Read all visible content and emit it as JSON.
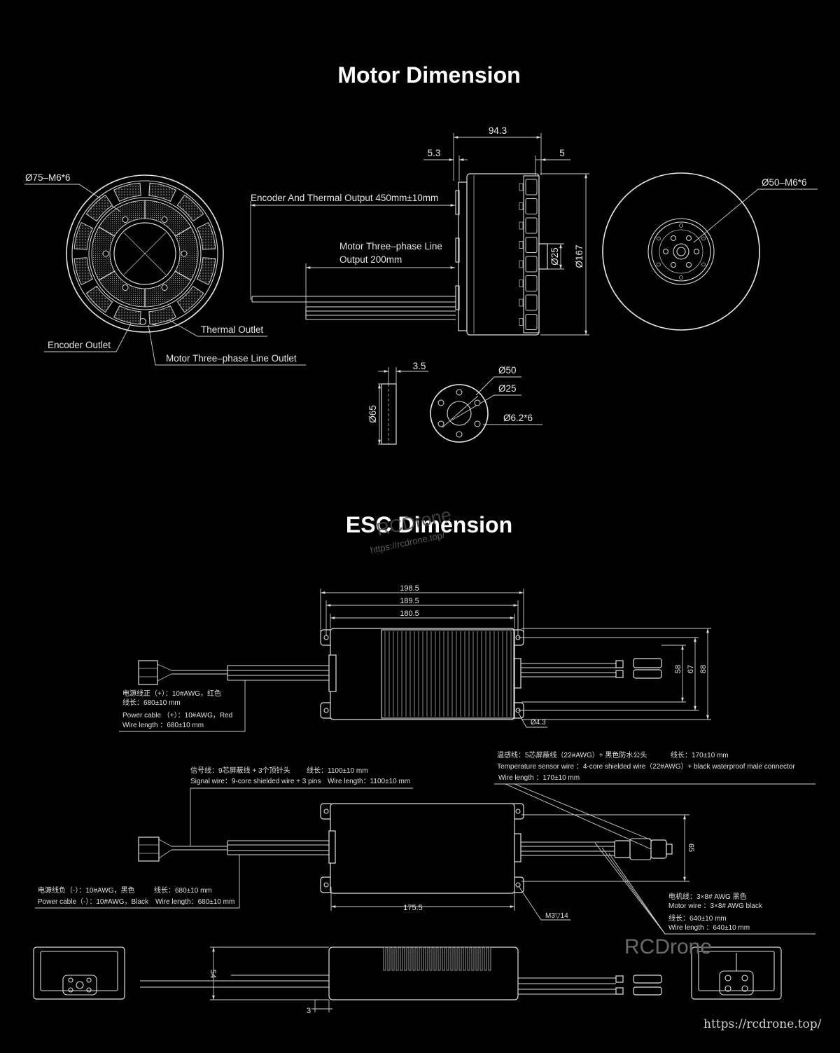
{
  "motor_dimension": {
    "title": "Motor Dimension",
    "front_view": {
      "mount_holes_label": "Ø75–M6*6",
      "thermal_outlet_label": "Thermal Outlet",
      "encoder_outlet_label": "Encoder Outlet",
      "phase_line_outlet_label": "Motor Three–phase Line Outlet"
    },
    "side_view": {
      "overall_length": "94.3",
      "flange_thickness": "5.3",
      "rear_offset": "5",
      "encoder_output_label": "Encoder And Thermal Output 450mm±10mm",
      "phase_output_line1": "Motor Three–phase Line",
      "phase_output_line2": "Output 200mm",
      "shaft_diameter": "Ø25",
      "outer_diameter": "Ø167"
    },
    "rear_view": {
      "mount_holes_label": "Ø50–M6*6"
    },
    "adapter_plate": {
      "thickness": "3.5",
      "outer_diameter": "Ø65",
      "bolt_circle": "Ø50",
      "center_hole": "Ø25",
      "holes": "Ø6.2*6"
    }
  },
  "esc_dimension": {
    "title": "ESC Dimension",
    "top_view": {
      "overall_length": "198.5",
      "hole_spacing": "189.5",
      "body_length": "180.5",
      "width_inner": "58",
      "width_mid": "67",
      "width_outer": "88",
      "hole_diameter": "Ø4.3",
      "power_positive": [
        "电源线正（+）：10#AWG，红色",
        "线长：680±10 mm",
        "Power cable （+）：10#AWG，Red",
        "Wire length ：680±10 mm"
      ]
    },
    "middle_view": {
      "temperature_wire": {
        "cn": "温感线：5芯屏蔽线（22#AWG）+ 黑色防水公头",
        "cn_length": "线长：170±10 mm",
        "en": "Temperature sensor wire ：4-core shielded wire（22#AWG）+ black waterproof male connector",
        "en_length": "Wire length ：170±10 mm"
      },
      "signal_wire": {
        "cn": "信号线：9芯屏蔽线 + 3个顶针头",
        "cn_length": "线长：1100±10 mm",
        "en": "Signal wire：9-core shielded wire + 3 pins",
        "en_length": "Wire length：1100±10 mm"
      },
      "power_negative": {
        "cn": "电源线负（-）：10#AWG，黑色",
        "cn_length": "线长：680±10 mm",
        "en": "Power cable（-）：10#AWG，Black",
        "en_length": "Wire length：680±10 mm"
      },
      "motor_wire": {
        "cn": "电机线：3×8# AWG 黑色",
        "en": "Motor wire ：3×8# AWG black",
        "cn_length": "线长：640±10 mm",
        "en_length": "Wire length ：640±10 mm"
      },
      "height": "65",
      "hole_spacing": "175.5",
      "thread": "M3▽14"
    },
    "side_view": {
      "height": "54",
      "base_offset": "3"
    }
  },
  "watermarks": {
    "brand": "RCDrone",
    "url": "https://rcdrone.top/",
    "overlay_brand": "RCDrone",
    "overlay_url": "https://rcdrone.top/"
  },
  "colors": {
    "background": "#000000",
    "line": "#dcdcdc",
    "text": "#e6e6e6"
  }
}
